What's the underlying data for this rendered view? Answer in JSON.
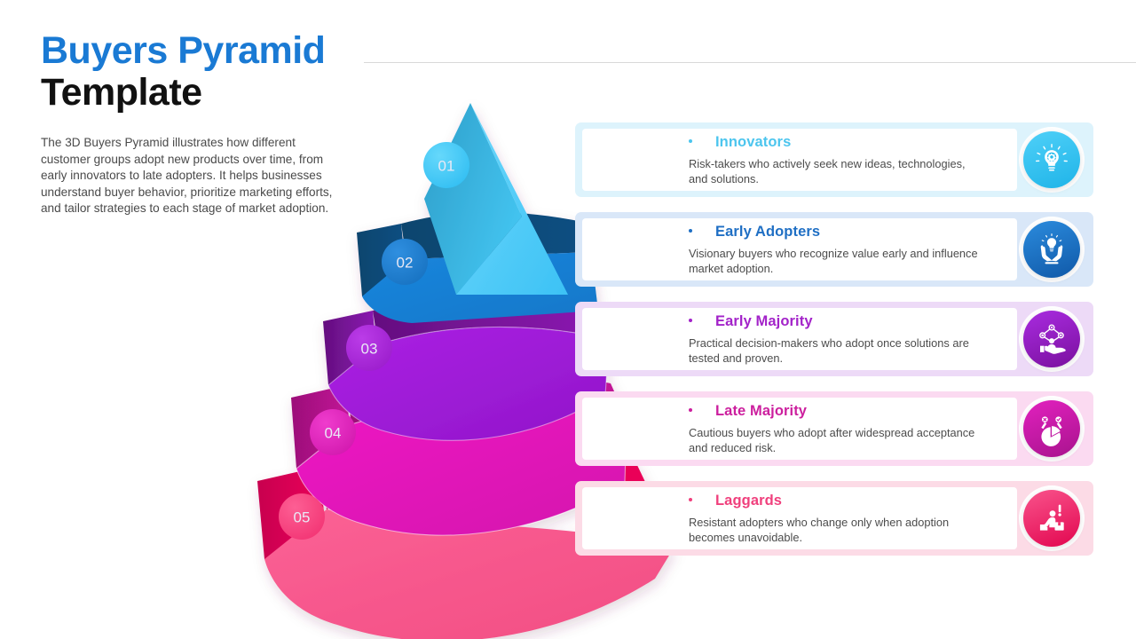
{
  "header": {
    "title_line1": "Buyers Pyramid",
    "title_line2": "Template",
    "description": "The 3D Buyers Pyramid illustrates how different customer groups adopt new products over time, from early innovators to late adopters. It helps businesses understand buyer behavior, prioritize marketing efforts, and tailor strategies to each stage of market adoption.",
    "title_accent_color": "#1a7ad4",
    "rule_color": "#d9d9d9"
  },
  "pyramid": {
    "levels": [
      {
        "number": "01",
        "badge_fill": "#3fc4f5",
        "face_light": "#4cc9f7",
        "face_dark": "#2e9ec9",
        "side": "#2b93bb"
      },
      {
        "number": "02",
        "badge_fill": "#1c7fd4",
        "face_light": "#1580d8",
        "face_dark": "#0d5c96",
        "side": "#0f4f7f"
      },
      {
        "number": "03",
        "badge_fill": "#a21fd4",
        "face_light": "#a61ce0",
        "face_dark": "#7c149e",
        "side": "#6e1290"
      },
      {
        "number": "04",
        "badge_fill": "#dd22b8",
        "face_light": "#ec14c0",
        "face_dark": "#b0138f",
        "side": "#a91287"
      },
      {
        "number": "05",
        "badge_fill": "#f5437c",
        "face_light": "#f95a8e",
        "face_dark": "#e3005f",
        "side": "#d01a5c"
      }
    ]
  },
  "rows": [
    {
      "title": "Innovators",
      "description": "Risk-takers who actively seek new ideas, technologies, and solutions.",
      "title_color": "#4cc5ee",
      "bullet_color": "#4cc5ee",
      "band_color": "#ddf3fc",
      "icon_top": "#4fd0f8",
      "icon_bottom": "#1fb4e8",
      "icon_name": "lightbulb-gear-icon"
    },
    {
      "title": "Early Adopters",
      "description": "Visionary buyers who recognize value early and influence market adoption.",
      "title_color": "#1f6fc4",
      "bullet_color": "#1f6fc4",
      "band_color": "#d9e7f8",
      "icon_top": "#2b8bdd",
      "icon_bottom": "#1059a8",
      "icon_name": "hands-holding-bulb-icon"
    },
    {
      "title": "Early Majority",
      "description": "Practical decision-makers who adopt once solutions are tested and proven.",
      "title_color": "#a323c9",
      "bullet_color": "#a323c9",
      "band_color": "#eddaf7",
      "icon_top": "#a92ce0",
      "icon_bottom": "#7a109e",
      "icon_name": "hand-network-person-icon"
    },
    {
      "title": "Late Majority",
      "description": "Cautious buyers who adopt after widespread acceptance and reduced risk.",
      "title_color": "#cc1f9e",
      "bullet_color": "#cc1f9e",
      "band_color": "#fbdaf1",
      "icon_top": "#e221bf",
      "icon_bottom": "#a8138d",
      "icon_name": "pie-chart-pins-icon"
    },
    {
      "title": "Laggards",
      "description": "Resistant adopters who change only when adoption becomes unavoidable.",
      "title_color": "#f0407d",
      "bullet_color": "#f0407d",
      "band_color": "#fcdbe6",
      "icon_top": "#f9548c",
      "icon_bottom": "#e2064f",
      "icon_name": "person-pushing-box-icon"
    }
  ]
}
